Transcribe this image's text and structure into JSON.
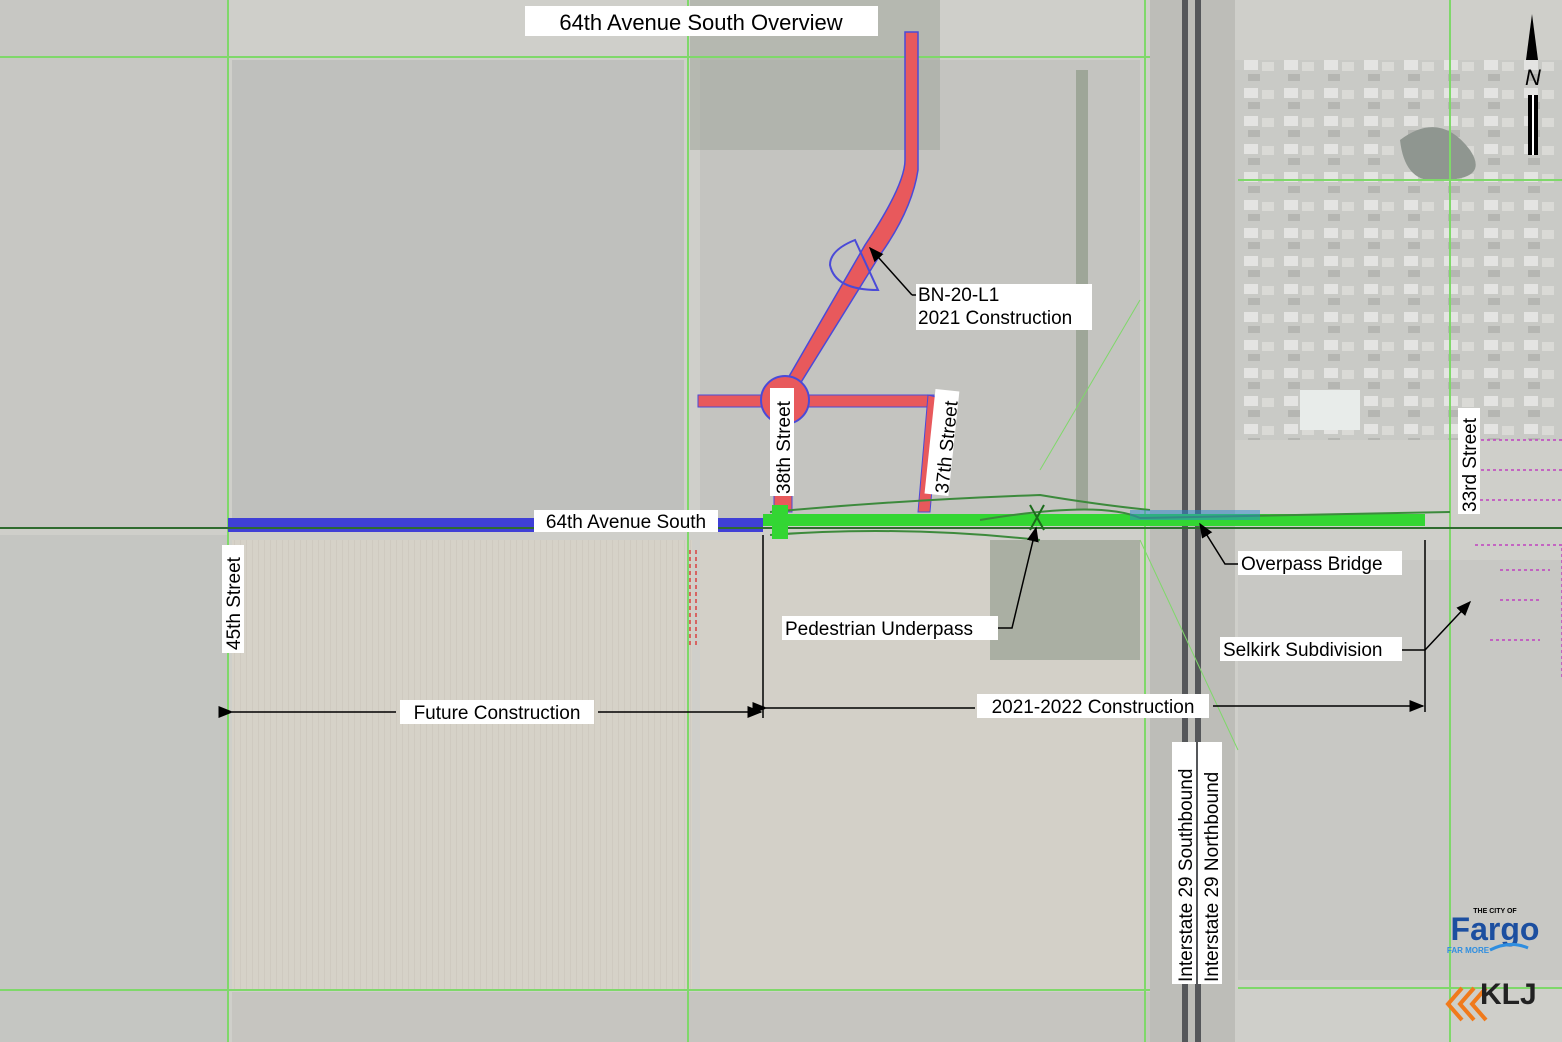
{
  "title": "64th Avenue South Overview",
  "north_label": "N",
  "roads": {
    "street_45": "45th Street",
    "street_38": "38th Street",
    "street_37": "37th Street",
    "street_33": "33rd Street",
    "avenue_64": "64th Avenue South",
    "i29_south": "Interstate 29 Southbound",
    "i29_north": "Interstate 29 Northbound"
  },
  "callouts": {
    "bn_line1": "BN-20-L1",
    "bn_line2": "2021 Construction",
    "overpass": "Overpass Bridge",
    "underpass": "Pedestrian Underpass",
    "selkirk": "Selkirk Subdivision"
  },
  "phases": {
    "future": "Future Construction",
    "current": "2021-2022 Construction"
  },
  "logos": {
    "city_small": "THE CITY OF",
    "city": "Fargo",
    "tagline": "FAR MORE",
    "klj": "KLJ"
  },
  "colors": {
    "future_road": "#3f3fd6",
    "bn_project": "#e8595c",
    "current_project": "#33d633",
    "section_lines": "#7fd86a",
    "fargo_blue": "#1c4fa0",
    "klj_orange": "#f07a1c"
  }
}
